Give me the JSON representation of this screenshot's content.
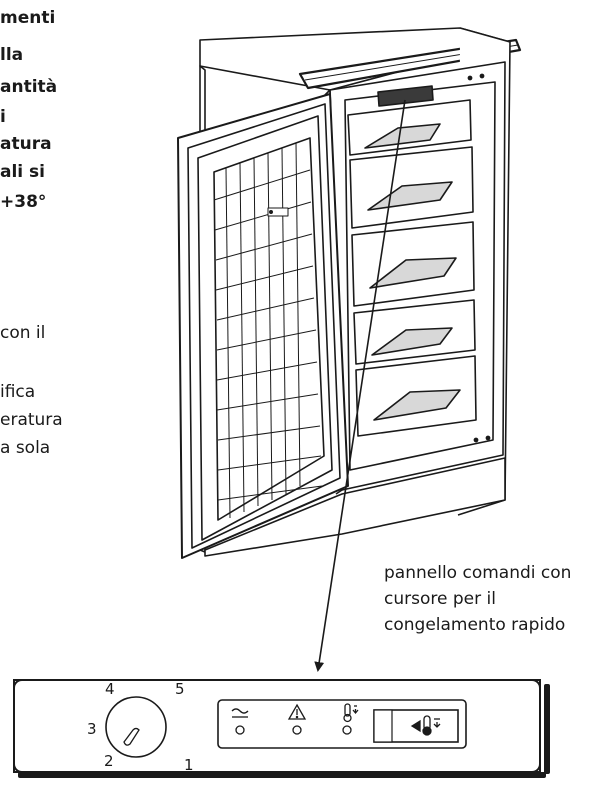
{
  "left_text_bold": [
    "menti",
    "lla",
    "antità",
    "i",
    "atura",
    "ali si",
    "+38°"
  ],
  "left_text_regular": [
    "con il",
    "ifica",
    "eratura",
    "a sola"
  ],
  "callout": {
    "lines": [
      "pannello comandi con",
      "cursore per il",
      "congelamento rapido"
    ]
  },
  "control_panel": {
    "dial_numbers": [
      "4",
      "5",
      "3",
      "2",
      "1"
    ],
    "indicator_icons": [
      "wave-icon",
      "warning-triangle-icon",
      "thermometer-down-icon"
    ],
    "slider_icon": "fast-freeze-icon"
  }
}
